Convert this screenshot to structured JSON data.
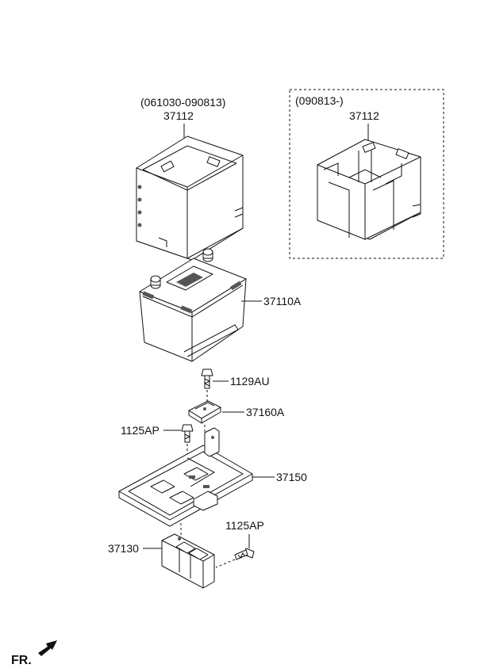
{
  "labels": {
    "date_range_old": "(061030-090813)",
    "tray_old_part": "37112",
    "date_range_new": "(090813-)",
    "tray_new_part": "37112",
    "battery": "37110A",
    "bolt_top": "1129AU",
    "clamp": "37160A",
    "bolt_left": "1125AP",
    "base_tray": "37150",
    "bolt_bottom": "1125AP",
    "bracket": "37130",
    "front_marker": "FR."
  },
  "colors": {
    "line": "#111111",
    "background": "#ffffff"
  }
}
